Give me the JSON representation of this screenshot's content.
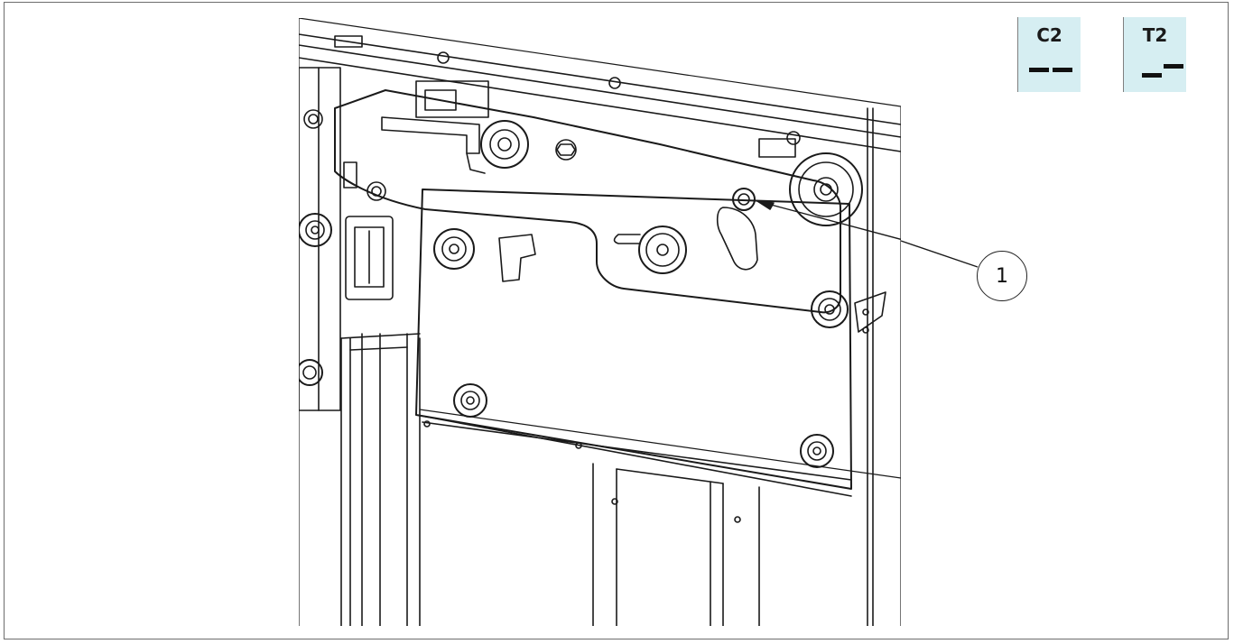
{
  "badges": [
    {
      "label": "C2",
      "icon": "two-aligned-bars-icon"
    },
    {
      "label": "T2",
      "icon": "two-stepped-bars-icon"
    }
  ],
  "callouts": [
    {
      "label": "1"
    }
  ],
  "colors": {
    "badge_background": "#d6eef2",
    "line": "#1a1a1a",
    "frame_border": "#6d6d6d"
  }
}
